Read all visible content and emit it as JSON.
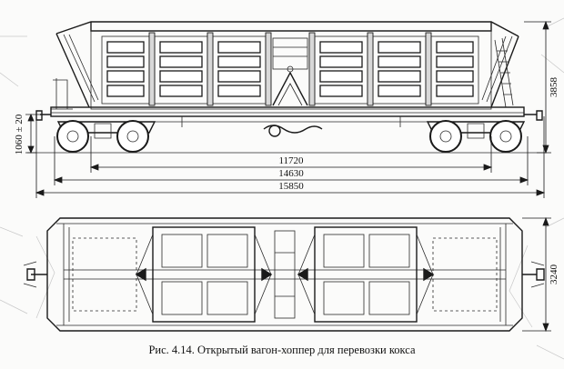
{
  "figure": {
    "caption": "Рис. 4.14. Открытый вагон-хоппер для перевозки кокса"
  },
  "dimensions": {
    "inner_length": "11720",
    "axle_span": "14630",
    "total_length": "15850",
    "height": "3858",
    "coupler_height": "1060 ± 20",
    "width": "3240"
  }
}
